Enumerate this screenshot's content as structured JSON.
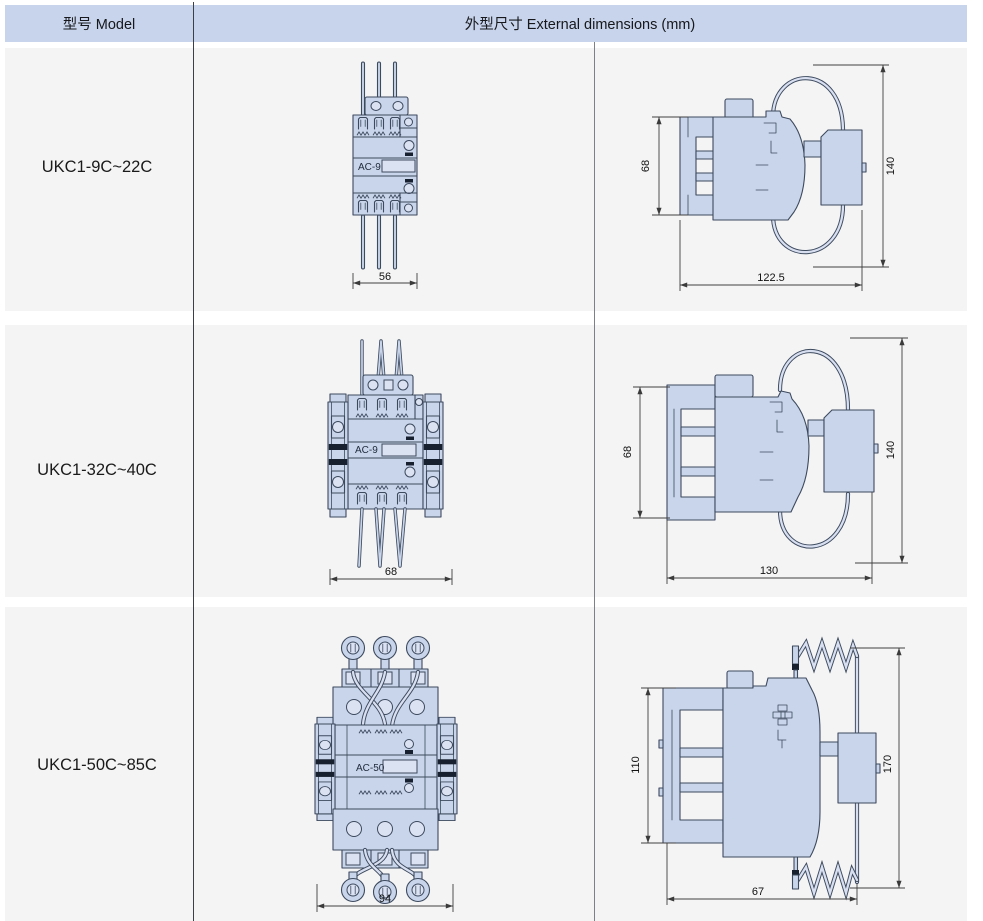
{
  "header": {
    "model_col": "型号 Model",
    "dims_col": "外型尺寸  External dimensions (mm)"
  },
  "rows": [
    {
      "model": "UKC1-9C~22C",
      "device_label": "AC-9",
      "dim_width_front": "56",
      "dim_height_body": "68",
      "dim_height_total": "140",
      "dim_depth": "122.5"
    },
    {
      "model": "UKC1-32C~40C",
      "device_label": "AC-9",
      "dim_width_front": "68",
      "dim_height_body": "68",
      "dim_height_total": "140",
      "dim_depth": "130"
    },
    {
      "model": "UKC1-50C~85C",
      "device_label": "AC-50",
      "dim_width_front": "94",
      "dim_height_body": "110",
      "dim_height_total": "170",
      "dim_depth": "67"
    }
  ],
  "colors": {
    "header_bg": "#c8d4eb",
    "row_bg": "#f4f4f5",
    "drawing_fill": "#c9d5eb",
    "drawing_line": "#3d4a5e"
  }
}
